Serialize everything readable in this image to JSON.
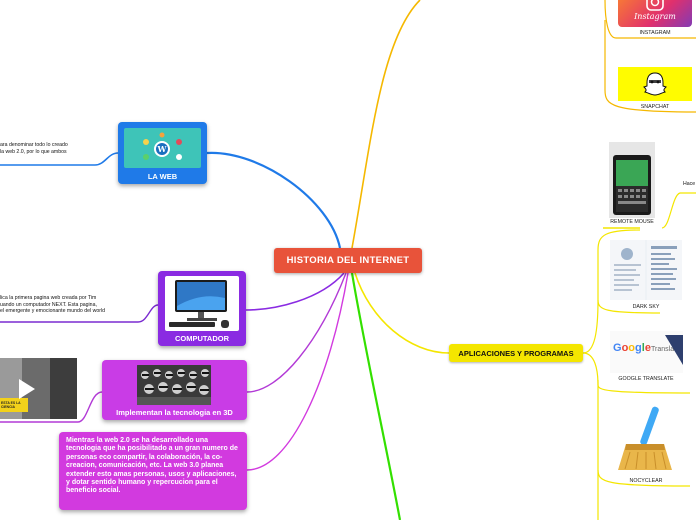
{
  "central": {
    "title": "HISTORIA DEL INTERNET"
  },
  "branches": {
    "la_web": {
      "label": "LA WEB"
    },
    "computador": {
      "label": "COMPUTADOR"
    },
    "tecnologia": {
      "label": "Implementan la tecnologia en 3D"
    },
    "web3": {
      "text": "Mientras la web 2.0 se ha desarrollado una tecnologia que ha posibilitado a un gran numero de personas eco compartir, la colaboración, la co-creacion, comunicación, etc. La web 3.0 planea extender esto amas personas, usos y aplicaciones, y dotar sentido humano y repercucion para el beneficio social."
    },
    "apps": {
      "label": "APLICACIONES Y PROGRAMAS"
    }
  },
  "snippets": {
    "web_note": [
      "ara denominar todo lo creado",
      "la web 2.0, por lo que ambos"
    ],
    "comp_note": [
      "lica la primera pagina web creada por Tim",
      "uando un computador NEXT. Esta pagina,",
      "el emergente y emocionante mundo del world"
    ],
    "hacer_note": "Hace",
    "video_badge": [
      "ESTA ES LA",
      "CIENCIA"
    ],
    "instagram_logo_text": "Instagram"
  },
  "apps": [
    {
      "name": "INSTAGRAM",
      "icon": "instagram-icon"
    },
    {
      "name": "SNAPCHAT",
      "icon": "snapchat-ghost-icon"
    },
    {
      "name": "REMOTE MOUSE",
      "icon": "phone-screenshot"
    },
    {
      "name": "DARK SKY",
      "icon": "weather-screenshot"
    },
    {
      "name": "GOOGLE TRANSLATE",
      "icon": "google-translate-logo"
    },
    {
      "name": "NOCYCLEAR",
      "icon": "broom-icon"
    }
  ],
  "colors": {
    "central": "#e8533a",
    "web": "#1f7ae8",
    "computer": "#8a2be2",
    "tech": "#c93ce6",
    "web3": "#d23adf",
    "apps": "#f4e600",
    "green_branch": "#33e000",
    "orange_branch": "#f5b800"
  }
}
